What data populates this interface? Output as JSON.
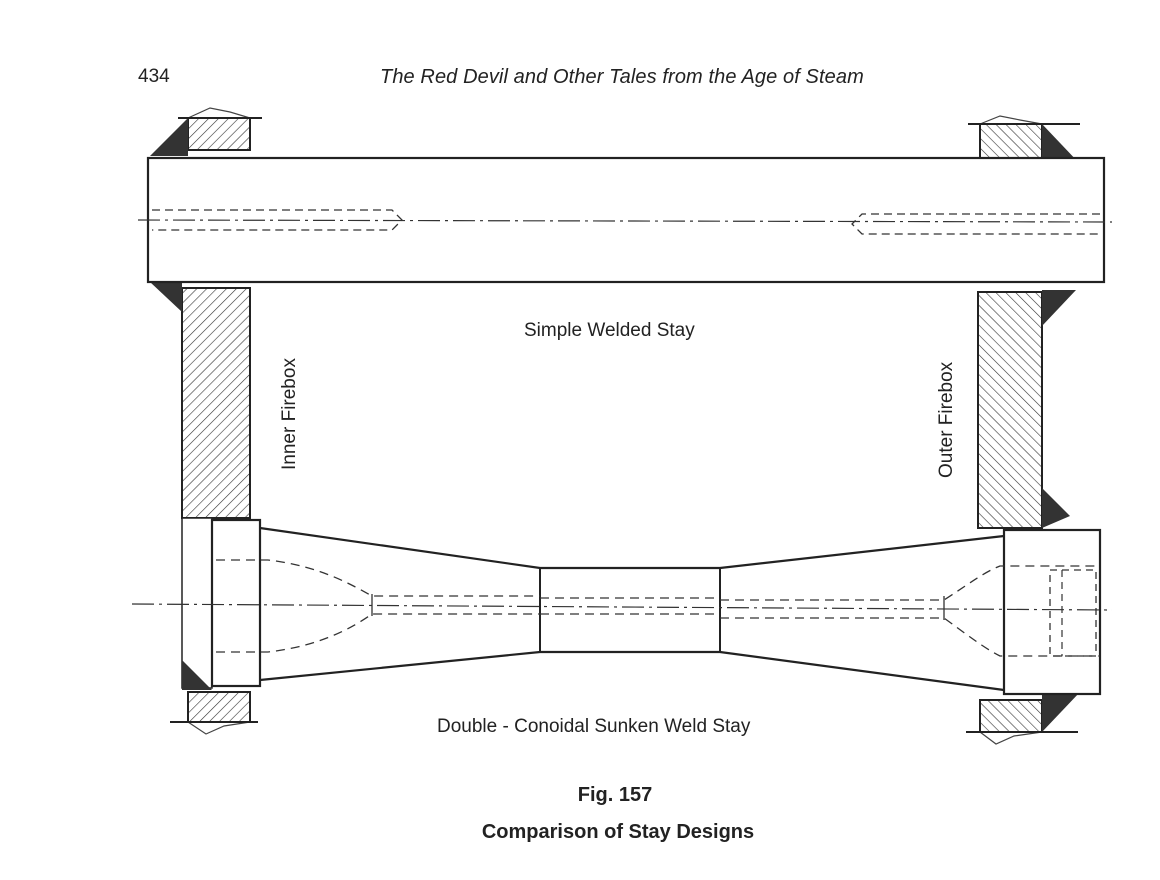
{
  "header": {
    "page_number": "434",
    "running_title": "The Red Devil and Other Tales from the Age of Steam"
  },
  "figure": {
    "labels": {
      "top_stay": "Simple Welded Stay",
      "inner": "Inner Firebox",
      "outer": "Outer Firebox",
      "bottom_stay": "Double - Conoidal Sunken Weld Stay"
    },
    "caption": {
      "number": "Fig. 157",
      "title": "Comparison of Stay Designs"
    }
  }
}
